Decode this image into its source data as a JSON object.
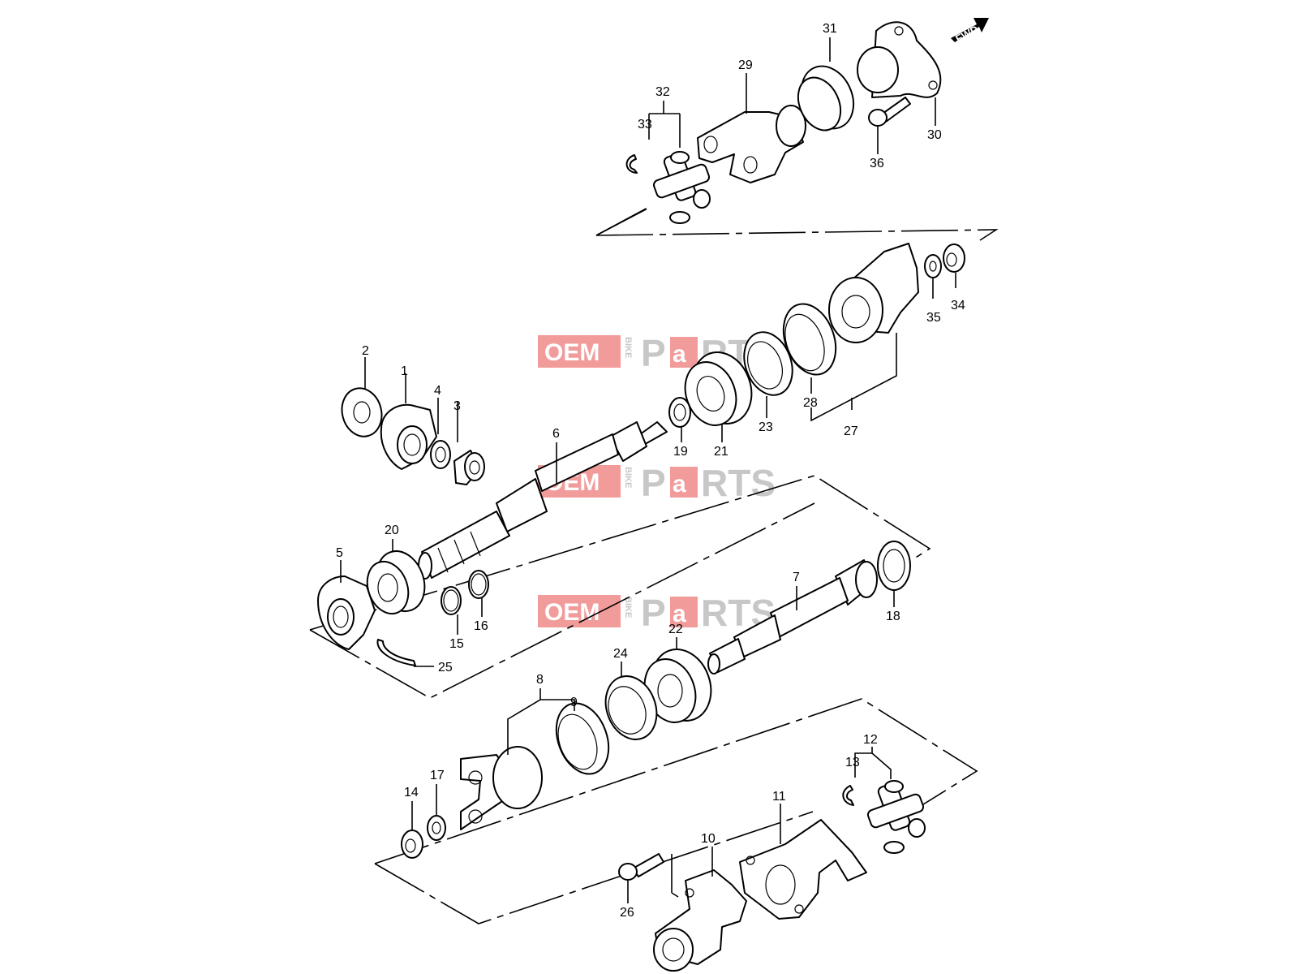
{
  "fwd_label": "FWD",
  "watermark": {
    "oem": "OEM",
    "bike": "BIKE",
    "p": "P",
    "a": "a",
    "rts": "RTS"
  },
  "colors": {
    "watermark_red": "#f29b9b",
    "watermark_grey": "#c7c7c7",
    "line": "#000000"
  },
  "callouts": [
    "1",
    "2",
    "3",
    "4",
    "5",
    "6",
    "7",
    "8",
    "9",
    "10",
    "11",
    "12",
    "13",
    "14",
    "15",
    "16",
    "17",
    "18",
    "19",
    "20",
    "21",
    "22",
    "23",
    "24",
    "25",
    "26",
    "27",
    "28",
    "29",
    "30",
    "31",
    "32",
    "33",
    "34",
    "35",
    "36"
  ]
}
